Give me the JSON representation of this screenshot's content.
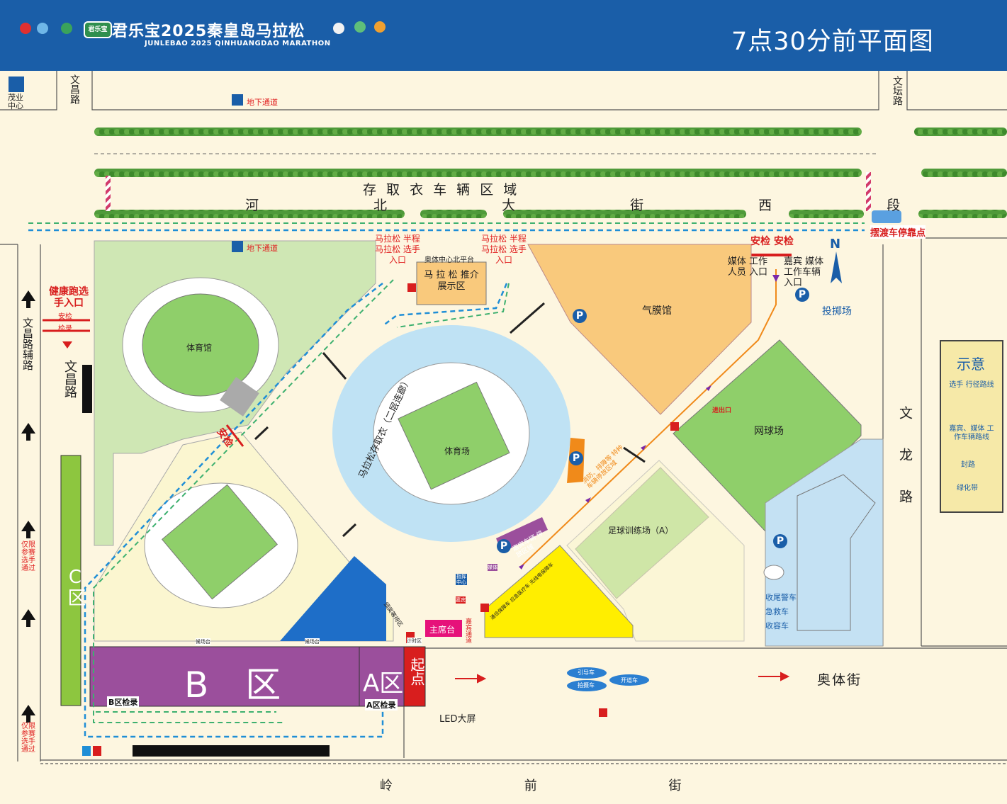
{
  "header": {
    "event_title": "君乐宝2025秦皇岛马拉松",
    "event_subtitle": "JUNLEBAO 2025 QINHUANGDAO MARATHON",
    "sponsor_badge": "君乐宝",
    "plan_title": "7点30分前平面图"
  },
  "roads": {
    "wenchang_top": "文昌路",
    "maoye": "茂业中心",
    "wentan": "文坛路",
    "cunqu_region": "存 取 衣 车 辆 区 域",
    "hebei_street": "河 北 大 街 西 段",
    "wenchang_aux": "文昌路辅路",
    "wenchang_mid": "文昌路",
    "wenlong": "文龙路",
    "aoti_street": "奥体街",
    "lingqian": "岭 前 街",
    "underpass_1": "地下通道",
    "underpass_2": "地下通道"
  },
  "areas": {
    "gym": "体育馆",
    "stadium": "体育场",
    "air_dome": "气膜馆",
    "tennis": "网球场",
    "football": "足球训练场（A）",
    "throwing": "投掷场",
    "expo_platform": "奥体中心北平台",
    "expo_zone": "马 拉 松 推介展示区",
    "ring_label": "马拉松存取衣（二层连廊）",
    "zone_b": "B 区",
    "zone_a": "A区",
    "zone_c": "C区",
    "start_point": "起点",
    "main_stand": "主席台",
    "b_checkin": "B区检录",
    "a_checkin": "A区检录",
    "led_screen": "LED大屏",
    "timing_zone": "计时区",
    "vip_channel": "嘉宾通道",
    "command_center": "指挥中心",
    "vip_room": "嘉宾",
    "media_zone": "媒体",
    "waiting_zone": "颁奖等待区",
    "security_pass_1": "安检",
    "security_pass_2": "安检"
  },
  "labels": {
    "health_run_entry": "健康跑选手入口",
    "health_security": "安检",
    "health_checkin": "检录",
    "mar_entry_left": "马拉松 半程马拉松 选手 入口",
    "mar_entry_right": "马拉松 半程马拉松 选手 入口",
    "security_top": "安检 安检",
    "media_staff_entry": "媒体 工作人员 入口",
    "vip_media_vehicle_entry": "嘉宾 媒体 工作车辆 入口",
    "shuttle_stop": "摆渡车停靠点",
    "runner_only_1": "仅限参赛选手通过",
    "runner_only_2": "仅限参赛选手通过",
    "fire_vehicle_zone": "消防、排障等 特种车辆停放区域",
    "vip_vehicle_park": "嘉宾车辆 停放区域",
    "entrance_exit": "进出口",
    "cleanup_car": "收尾警车",
    "ambulance": "急救车",
    "sweeper_car": "收容车",
    "lead_car": "引导车",
    "photo_car": "拍摄车",
    "pace_car": "开道车",
    "waiting_left": "候场台",
    "waiting_right": "候场台",
    "north": "N",
    "vehicle_labels": "通信保障车  应急医疗车  无线电保障车"
  },
  "legend": {
    "title": "示意",
    "route": "选手 行径路线",
    "vehicle_route": "嘉宾、媒体 工作车辆路线",
    "closed": "封路",
    "green_belt": "绿化带"
  },
  "colors": {
    "header_blue": "#1a5ea8",
    "ground": "#fdf6e0",
    "gym_green": "#8fcf6a",
    "stadium_ring": "#bfe2f4",
    "zone_b": "#9b4f9c",
    "zone_c": "#8dc63f",
    "start_red": "#d81e1e",
    "air_dome": "#f9c97c",
    "yellow_zone": "#ffee00",
    "parking_blue": "#c4e1f3"
  }
}
